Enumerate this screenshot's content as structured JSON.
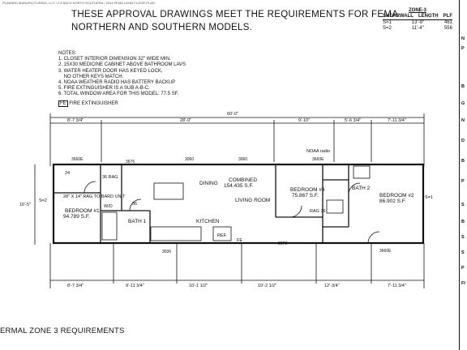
{
  "stamp": "PLANNED MANUFACTURING, LLC / 2.5 BACH NORTH SOUTHERN / 2014 FEMA 14X60 FLOOR PLAN",
  "header": {
    "line1": "THESE APPROVAL DRAWINGS MEET THE REQUIREMENTS FOR FEMA",
    "line2": "NORTHERN AND SOUTHERN MODELS."
  },
  "zone_table": {
    "title": "ZONE-3",
    "columns": [
      "SHEARWALL",
      "LENGTH",
      "PLF"
    ],
    "rows": [
      {
        "wall": "S=1",
        "length": "13'-9\"",
        "plf": "461"
      },
      {
        "wall": "S=2",
        "length": "11'-4\"",
        "plf": "556"
      }
    ]
  },
  "notes": {
    "title": "NOTES:",
    "items": [
      "1. CLOSET INTERIOR DIMENSION 32\" WIDE MIN.",
      "2. 15X30 MEDICINE CABINET ABOVE BATHROOM LAVS",
      "3. WATER HEATER DOOR HAS KEYED LOCK,",
      "    NO OTHER KEYS MATCH.",
      "4. NOAA WEATHER RADIO HAS BATTERY BACKUP",
      "5. FIRE EXTINGUISHER IS A SUB A-B-C.",
      "6. TOTAL WINDOW AREA FOR THIS MODEL: 77.5 SF."
    ],
    "legend_symbol": "FE",
    "legend_label": "FIRE EXTINGUISHER"
  },
  "plan": {
    "overall_dim": "60'-0\"",
    "top_dims": [
      "8'-7 3/4\"",
      "28'-0\"",
      "9'-10\"",
      "5'-6 3/4\"",
      "7'-11 3/4\""
    ],
    "bottom_dims": [
      "8'-7 3/4\"",
      "9'-11 3/4\"",
      "10'-1 1/2\"",
      "10'-2 1/2\"",
      "12'-3/4\"",
      "7'-11 3/4\""
    ],
    "width_dim": "16'-5\"",
    "windows_top": [
      "3660E",
      "3676",
      "3060",
      "3060",
      "3660E"
    ],
    "windows_bottom": [
      "3036",
      "3676",
      "3660E"
    ],
    "rooms": [
      {
        "name": "DINING",
        "area": ""
      },
      {
        "name": "COMBINED",
        "area": "154.435 S.F."
      },
      {
        "name": "LIVING ROOM",
        "area": ""
      },
      {
        "name": "BEDROOM #3",
        "area": "75.867 S.F."
      },
      {
        "name": "BEDROOM #2",
        "area": "86.902 S.F."
      },
      {
        "name": "BEDROOM #1",
        "area": "94.789 S.F."
      },
      {
        "name": "BATH 1",
        "area": ""
      },
      {
        "name": "BATH 2",
        "area": ""
      },
      {
        "name": "KITCHEN",
        "area": ""
      }
    ],
    "rag_label": "28\" X 14\" RAG TO BARD UNIT",
    "shearwall_left": "S=2",
    "shearwall_right": "S=1",
    "labels": [
      "36 RAG",
      "RAG 36",
      "REF.",
      "FE",
      "W/D",
      "24",
      "36",
      "NOAA radio"
    ]
  },
  "sidebar_letters": [
    "N",
    "P",
    "B",
    "G",
    "N",
    "D",
    "B",
    "P",
    "S",
    "B",
    "S",
    "S",
    "P",
    "FI"
  ],
  "footer": "ERMAL ZONE 3 REQUIREMENTS"
}
